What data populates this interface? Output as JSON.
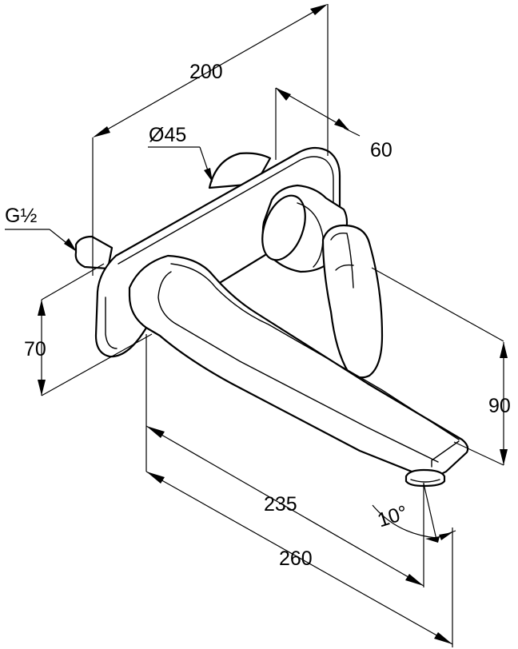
{
  "labels": {
    "dim_200": "200",
    "dim_dia45": "Ø45",
    "dim_60": "60",
    "dim_g12": "G½",
    "dim_70": "70",
    "dim_90": "90",
    "dim_235": "235",
    "dim_260": "260",
    "dim_angle10": "10°"
  },
  "colors": {
    "line": "#000000",
    "background": "#ffffff"
  }
}
